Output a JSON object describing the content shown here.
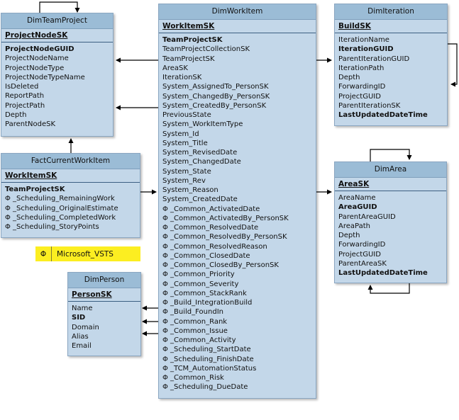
{
  "entities": {
    "dimteamproject": {
      "title": "DimTeamProject",
      "pk": "ProjectNodeSK",
      "fields": [
        {
          "name": "ProjectNodeGUID",
          "bold": true
        },
        {
          "name": "ProjectNodeName",
          "bold": false
        },
        {
          "name": "ProjectNodeType",
          "bold": false
        },
        {
          "name": "ProjectNodeTypeName",
          "bold": false
        },
        {
          "name": "IsDeleted",
          "bold": false
        },
        {
          "name": "ReportPath",
          "bold": false
        },
        {
          "name": "ProjectPath",
          "bold": false
        },
        {
          "name": "Depth",
          "bold": false
        },
        {
          "name": "ParentNodeSK",
          "bold": false
        }
      ]
    },
    "factcurrentworkitem": {
      "title": "FactCurrentWorkItem",
      "pk": "WorkItemSK",
      "fields": [
        {
          "name": "TeamProjectSK",
          "bold": true
        },
        {
          "name": "Φ _Scheduling_RemainingWork",
          "bold": false
        },
        {
          "name": "Φ _Scheduling_OriginalEstimate",
          "bold": false
        },
        {
          "name": "Φ _Scheduling_CompletedWork",
          "bold": false
        },
        {
          "name": "Φ _Scheduling_StoryPoints",
          "bold": false
        }
      ]
    },
    "dimworkitem": {
      "title": "DimWorkItem",
      "pk": "WorkItemSK",
      "fields": [
        {
          "name": "TeamProjectSK",
          "bold": true
        },
        {
          "name": "TeamProjectCollectionSK",
          "bold": false
        },
        {
          "name": "TeamProjectSK",
          "bold": false
        },
        {
          "name": "AreaSK",
          "bold": false
        },
        {
          "name": "IterationSK",
          "bold": false
        },
        {
          "name": "System_AssignedTo_PersonSK",
          "bold": false
        },
        {
          "name": "System_ChangedBy_PersonSK",
          "bold": false
        },
        {
          "name": "System_CreatedBy_PersonSK",
          "bold": false
        },
        {
          "name": "PreviousState",
          "bold": false
        },
        {
          "name": "System_WorkItemType",
          "bold": false
        },
        {
          "name": "System_Id",
          "bold": false
        },
        {
          "name": "System_Title",
          "bold": false
        },
        {
          "name": "System_RevisedDate",
          "bold": false
        },
        {
          "name": "System_ChangedDate",
          "bold": false
        },
        {
          "name": "System_State",
          "bold": false
        },
        {
          "name": "System_Rev",
          "bold": false
        },
        {
          "name": "System_Reason",
          "bold": false
        },
        {
          "name": "System_CreatedDate",
          "bold": false
        },
        {
          "name": "Φ _Common_ActivatedDate",
          "bold": false
        },
        {
          "name": "Φ _Common_ActivatedBy_PersonSK",
          "bold": false
        },
        {
          "name": "Φ _Common_ResolvedDate",
          "bold": false
        },
        {
          "name": "Φ _Common_ResolvedBy_PersonSK",
          "bold": false
        },
        {
          "name": "Φ _Common_ResolvedReason",
          "bold": false
        },
        {
          "name": "Φ _Common_ClosedDate",
          "bold": false
        },
        {
          "name": "Φ _Common_ClosedBy_PersonSK",
          "bold": false
        },
        {
          "name": "Φ _Common_Priority",
          "bold": false
        },
        {
          "name": "Φ _Common_Severity",
          "bold": false
        },
        {
          "name": "Φ _Common_StackRank",
          "bold": false
        },
        {
          "name": "Φ _Build_IntegrationBuild",
          "bold": false
        },
        {
          "name": "Φ _Build_FoundIn",
          "bold": false
        },
        {
          "name": "Φ _Common_Rank",
          "bold": false
        },
        {
          "name": "Φ _Common_Issue",
          "bold": false
        },
        {
          "name": "Φ _Common_Activity",
          "bold": false
        },
        {
          "name": "Φ _Scheduling_StartDate",
          "bold": false
        },
        {
          "name": "Φ _Scheduling_FinishDate",
          "bold": false
        },
        {
          "name": "Φ _TCM_AutomationStatus",
          "bold": false
        },
        {
          "name": "Φ _Common_Risk",
          "bold": false
        },
        {
          "name": "Φ _Scheduling_DueDate",
          "bold": false
        }
      ]
    },
    "dimiteration": {
      "title": "DimIteration",
      "pk": "BuildSK",
      "fields": [
        {
          "name": "IterationName",
          "bold": false
        },
        {
          "name": "IterationGUID",
          "bold": true
        },
        {
          "name": "ParentIterationGUID",
          "bold": false
        },
        {
          "name": "IterationPath",
          "bold": false
        },
        {
          "name": "Depth",
          "bold": false
        },
        {
          "name": "ForwardingID",
          "bold": false
        },
        {
          "name": "ProjectGUID",
          "bold": false
        },
        {
          "name": "ParentIterationSK",
          "bold": false
        },
        {
          "name": "LastUpdatedDateTime",
          "bold": true
        }
      ]
    },
    "dimarea": {
      "title": "DimArea",
      "pk": "AreaSK",
      "fields": [
        {
          "name": "AreaName",
          "bold": false
        },
        {
          "name": "AreaGUID",
          "bold": true
        },
        {
          "name": "ParentAreaGUID",
          "bold": false
        },
        {
          "name": "AreaPath",
          "bold": false
        },
        {
          "name": "Depth",
          "bold": false
        },
        {
          "name": "ForwardingID",
          "bold": false
        },
        {
          "name": "ProjectGUID",
          "bold": false
        },
        {
          "name": "ParentAreaSK",
          "bold": false
        },
        {
          "name": "LastUpdatedDateTime",
          "bold": true
        }
      ]
    },
    "dimperson": {
      "title": "DimPerson",
      "pk": "PersonSK",
      "fields": [
        {
          "name": "Name",
          "bold": false
        },
        {
          "name": "SID",
          "bold": true
        },
        {
          "name": "Domain",
          "bold": false
        },
        {
          "name": "Alias",
          "bold": false
        },
        {
          "name": "Email",
          "bold": false
        }
      ]
    }
  },
  "legend": {
    "symbol": "Φ",
    "label": "Microsoft_VSTS",
    "color": "#fcee21"
  },
  "colors": {
    "entity_body": "#c3d7e9",
    "entity_header": "#9bbcd6",
    "connector": "#000000"
  }
}
